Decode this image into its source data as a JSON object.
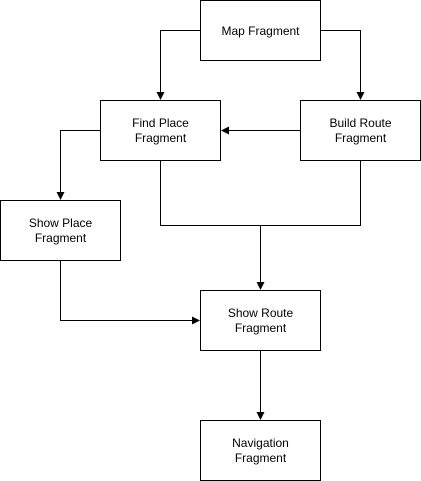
{
  "diagram": {
    "nodes": {
      "map": {
        "line1": "Map Fragment",
        "line2": ""
      },
      "find": {
        "line1": "Find Place",
        "line2": "Fragment"
      },
      "build": {
        "line1": "Build Route",
        "line2": "Fragment"
      },
      "show_place": {
        "line1": "Show Place",
        "line2": "Fragment"
      },
      "show_route": {
        "line1": "Show Route",
        "line2": "Fragment"
      },
      "navigation": {
        "line1": "Navigation",
        "line2": "Fragment"
      }
    },
    "edges": [
      {
        "from": "map",
        "to": "find"
      },
      {
        "from": "map",
        "to": "build"
      },
      {
        "from": "build",
        "to": "find"
      },
      {
        "from": "find",
        "to": "show_place"
      },
      {
        "from": "find",
        "to": "show_route"
      },
      {
        "from": "build",
        "to": "show_route"
      },
      {
        "from": "show_place",
        "to": "show_route"
      },
      {
        "from": "show_route",
        "to": "navigation"
      }
    ]
  }
}
